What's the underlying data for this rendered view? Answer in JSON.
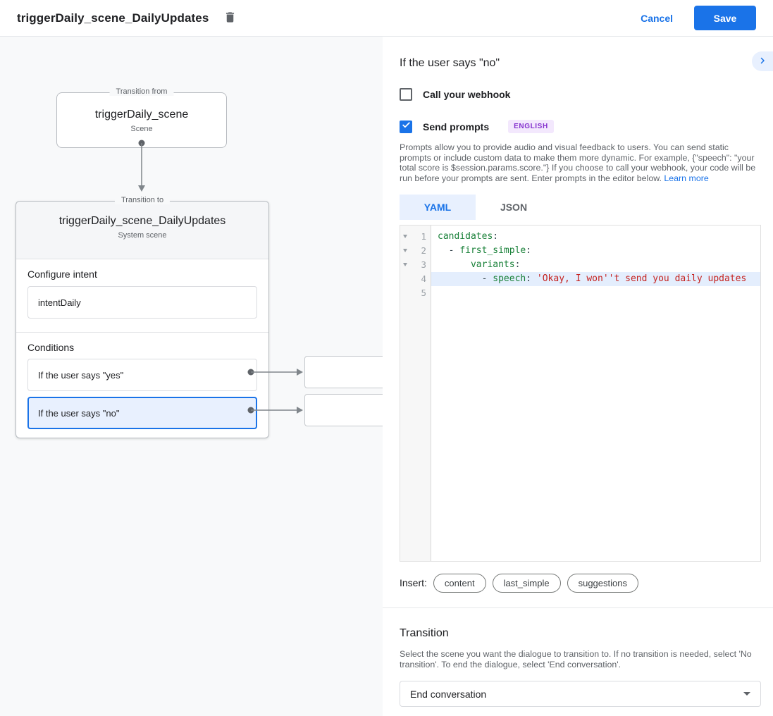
{
  "header": {
    "title": "triggerDaily_scene_DailyUpdates",
    "cancel_label": "Cancel",
    "save_label": "Save"
  },
  "diagram": {
    "from_box": {
      "legend": "Transition from",
      "title": "triggerDaily_scene",
      "subtitle": "Scene"
    },
    "to_box": {
      "legend": "Transition to",
      "title": "triggerDaily_scene_DailyUpdates",
      "subtitle": "System scene",
      "configure_intent_label": "Configure intent",
      "intent_value": "intentDaily",
      "conditions_label": "Conditions",
      "conditions": [
        {
          "label": "If the user says \"yes\"",
          "selected": false
        },
        {
          "label": "If the user says \"no\"",
          "selected": true
        }
      ]
    }
  },
  "panel": {
    "title": "If the user says \"no\"",
    "webhook_label": "Call your webhook",
    "send_prompts_label": "Send prompts",
    "language_badge": "ENGLISH",
    "description": "Prompts allow you to provide audio and visual feedback to users. You can send static prompts or include custom data to make them more dynamic. For example, {\"speech\": \"your total score is $session.params.score.\"} If you choose to call your webhook, your code will be run before your prompts are sent. Enter prompts in the editor below. ",
    "learn_more_label": "Learn more",
    "tabs": [
      {
        "label": "YAML",
        "active": true
      },
      {
        "label": "JSON",
        "active": false
      }
    ],
    "editor": {
      "lines": [
        {
          "num": 1,
          "fold": true,
          "highlight": false,
          "tokens": [
            {
              "t": "candidates",
              "c": "key"
            },
            {
              "t": ":",
              "c": "plain"
            }
          ]
        },
        {
          "num": 2,
          "fold": true,
          "highlight": false,
          "tokens": [
            {
              "t": "  - ",
              "c": "plain"
            },
            {
              "t": "first_simple",
              "c": "key"
            },
            {
              "t": ":",
              "c": "plain"
            }
          ]
        },
        {
          "num": 3,
          "fold": true,
          "highlight": false,
          "tokens": [
            {
              "t": "      ",
              "c": "plain"
            },
            {
              "t": "variants",
              "c": "key"
            },
            {
              "t": ":",
              "c": "plain"
            }
          ]
        },
        {
          "num": 4,
          "fold": false,
          "highlight": true,
          "tokens": [
            {
              "t": "        - ",
              "c": "plain"
            },
            {
              "t": "speech",
              "c": "key"
            },
            {
              "t": ": ",
              "c": "plain"
            },
            {
              "t": "'Okay, I won''t send you daily updates",
              "c": "str"
            }
          ]
        },
        {
          "num": 5,
          "fold": false,
          "highlight": false,
          "tokens": []
        }
      ]
    },
    "insert_label": "Insert:",
    "insert_buttons": [
      "content",
      "last_simple",
      "suggestions"
    ],
    "transition": {
      "title": "Transition",
      "description": "Select the scene you want the dialogue to transition to. If no transition is needed, select 'No transition'. To end the dialogue, select 'End conversation'.",
      "selected_value": "End conversation"
    }
  },
  "colors": {
    "accent_blue": "#1a73e8",
    "selection_bg": "#e8f0fe",
    "canvas_bg": "#f8f9fa",
    "yaml_key_green": "#188038",
    "yaml_string_red": "#c5221f",
    "badge_bg": "#f3e8fd",
    "badge_text": "#8430ce",
    "muted_text": "#5f6368"
  }
}
